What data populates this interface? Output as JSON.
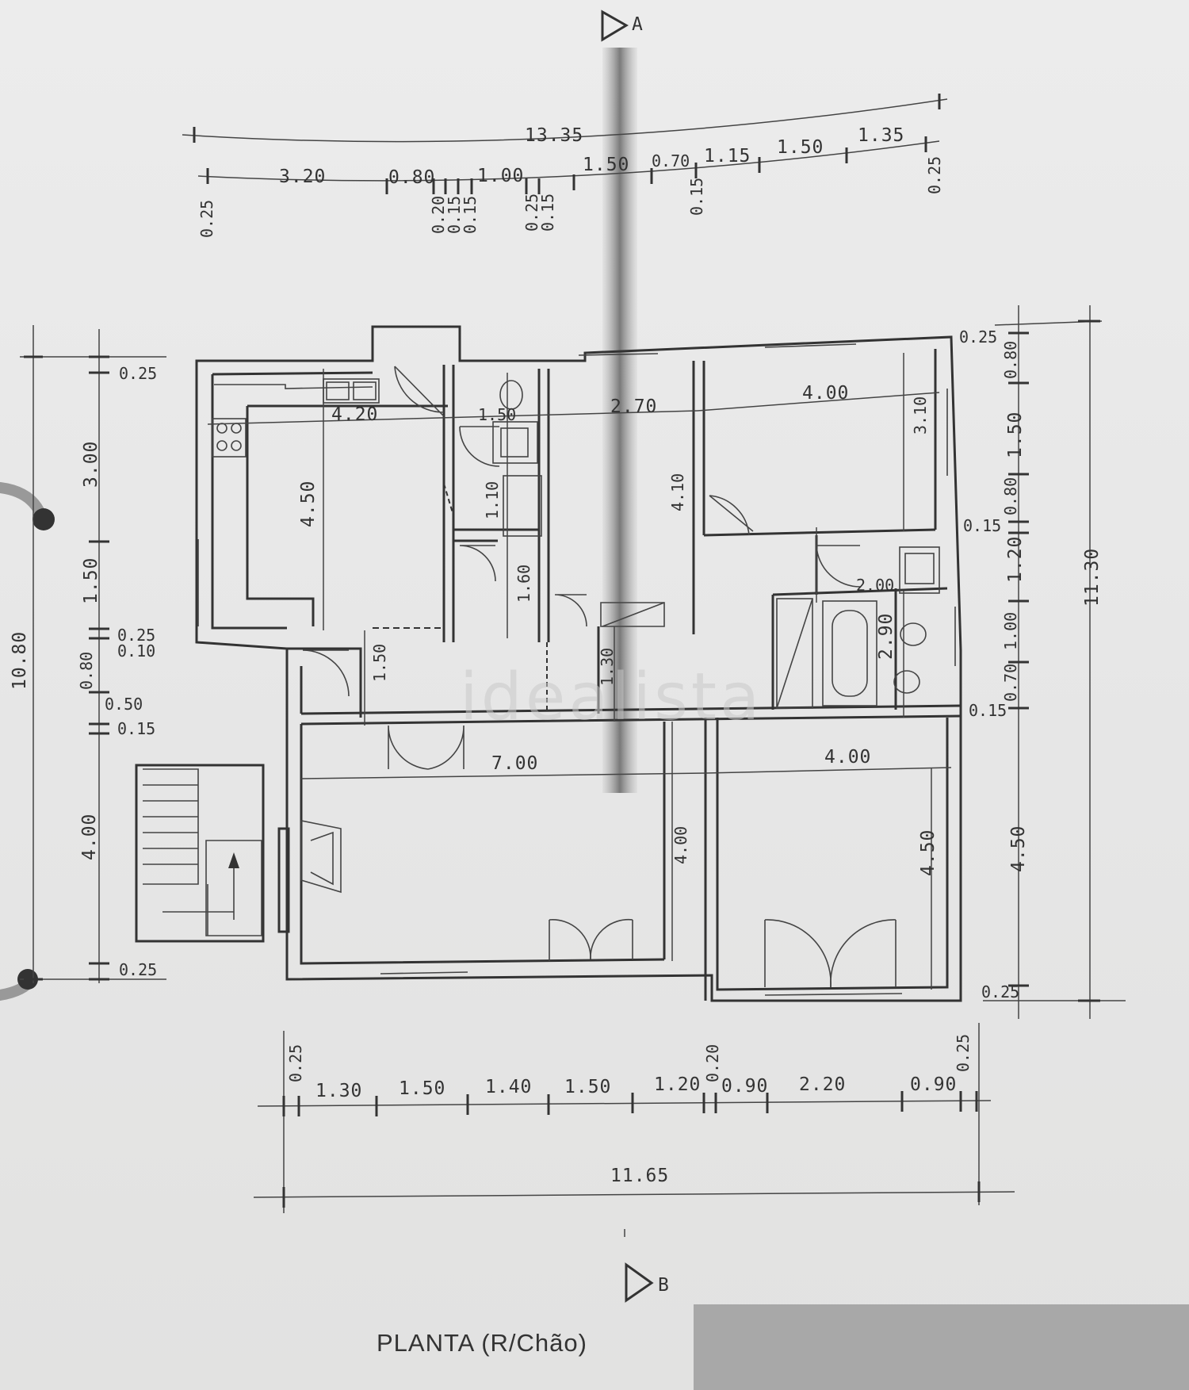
{
  "plan": {
    "title": "PLANTA (R/Chão)",
    "section_markers": {
      "top": "A",
      "bottom": "B"
    },
    "watermark": "idealista"
  },
  "dimensions": {
    "top_total": "13.35",
    "top_segments": [
      "3.20",
      "0.80",
      "1.00",
      "1.50",
      "0.70",
      "1.15",
      "1.50",
      "1.35"
    ],
    "top_small": [
      "0.25",
      "0.20",
      "0.15",
      "0.15",
      "0.25",
      "0.15",
      "0.15",
      "0.25"
    ],
    "left_total": "10.80",
    "left_segments": [
      "0.25",
      "3.00",
      "1.50",
      "0.25",
      "0.10",
      "0.80",
      "0.50",
      "0.15",
      "4.00",
      "0.25"
    ],
    "right_total": "11.30",
    "right_segments": [
      "0.25",
      "0.80",
      "1.50",
      "0.80",
      "0.15",
      "1.20",
      "1.00",
      "0.70",
      "0.15",
      "4.50",
      "0.25"
    ],
    "bottom_total": "11.65",
    "bottom_segments": [
      "0.25",
      "1.30",
      "1.50",
      "1.40",
      "1.50",
      "1.20",
      "0.20",
      "0.90",
      "2.20",
      "0.90",
      "0.25"
    ],
    "interior": [
      "4.20",
      "4.50",
      "1.50",
      "1.10",
      "1.60",
      "2.70",
      "4.10",
      "4.00",
      "3.10",
      "2.00",
      "2.90",
      "1.30",
      "1.50",
      "7.00",
      "4.00",
      "4.00",
      "4.50"
    ]
  }
}
